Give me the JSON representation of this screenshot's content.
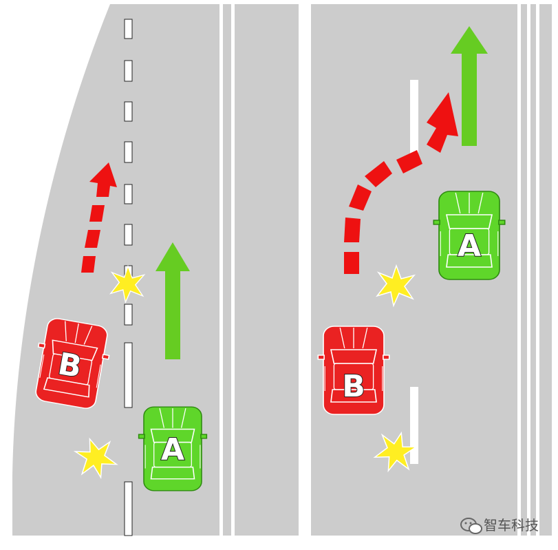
{
  "colors": {
    "road": "#cccccc",
    "lane_marking": "#ffffff",
    "car_a": "#5fd62a",
    "car_b": "#ea2222",
    "arrow_a": "#66cc22",
    "arrow_b": "#ee1111",
    "impact": "#ffee22"
  },
  "scenes": [
    {
      "name": "left-scene",
      "car_a": {
        "label": "A"
      },
      "car_b": {
        "label": "B"
      }
    },
    {
      "name": "right-scene",
      "car_a": {
        "label": "A"
      },
      "car_b": {
        "label": "B"
      }
    }
  ],
  "watermark": {
    "text": "智车科技",
    "icon": "wechat-icon"
  }
}
